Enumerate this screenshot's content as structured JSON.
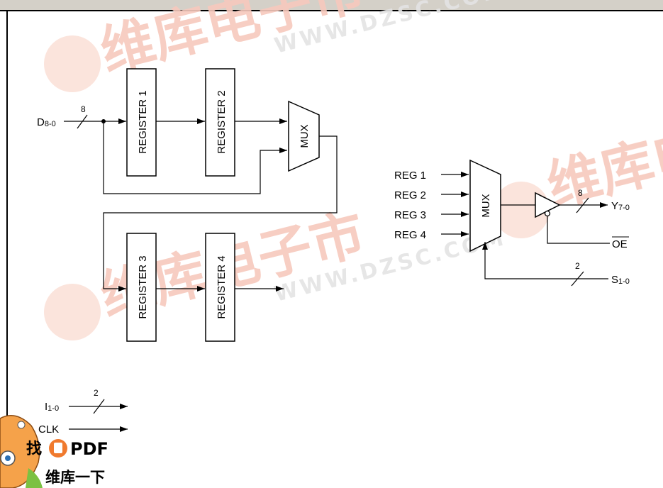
{
  "watermark": {
    "chinese": "维库电子市",
    "url": "WWW.DZSC.COM"
  },
  "inputs": {
    "d": {
      "name": "D",
      "range": "8-0",
      "bus_width": "8"
    },
    "i": {
      "name": "I",
      "range": "1-0",
      "bus_width": "2"
    },
    "clk": {
      "name": "CLK"
    }
  },
  "registers": [
    "REGISTER 1",
    "REGISTER 2",
    "REGISTER 3",
    "REGISTER 4"
  ],
  "mux_left": {
    "label": "MUX"
  },
  "mux_right": {
    "label": "MUX",
    "inputs": [
      "REG 1",
      "REG 2",
      "REG 3",
      "REG 4"
    ]
  },
  "output": {
    "name": "Y",
    "range": "7-0",
    "bus_width": "8"
  },
  "output_enable": {
    "label": "OE"
  },
  "select": {
    "name": "S",
    "range": "1-0",
    "bus_width": "2"
  },
  "logo": {
    "text_top": "找",
    "text_pdf": "PDF",
    "text_bottom": "维库一下"
  },
  "colors": {
    "line": "#000000",
    "watermark": "#f4b9a8",
    "border_band": "#d4d0c8"
  }
}
